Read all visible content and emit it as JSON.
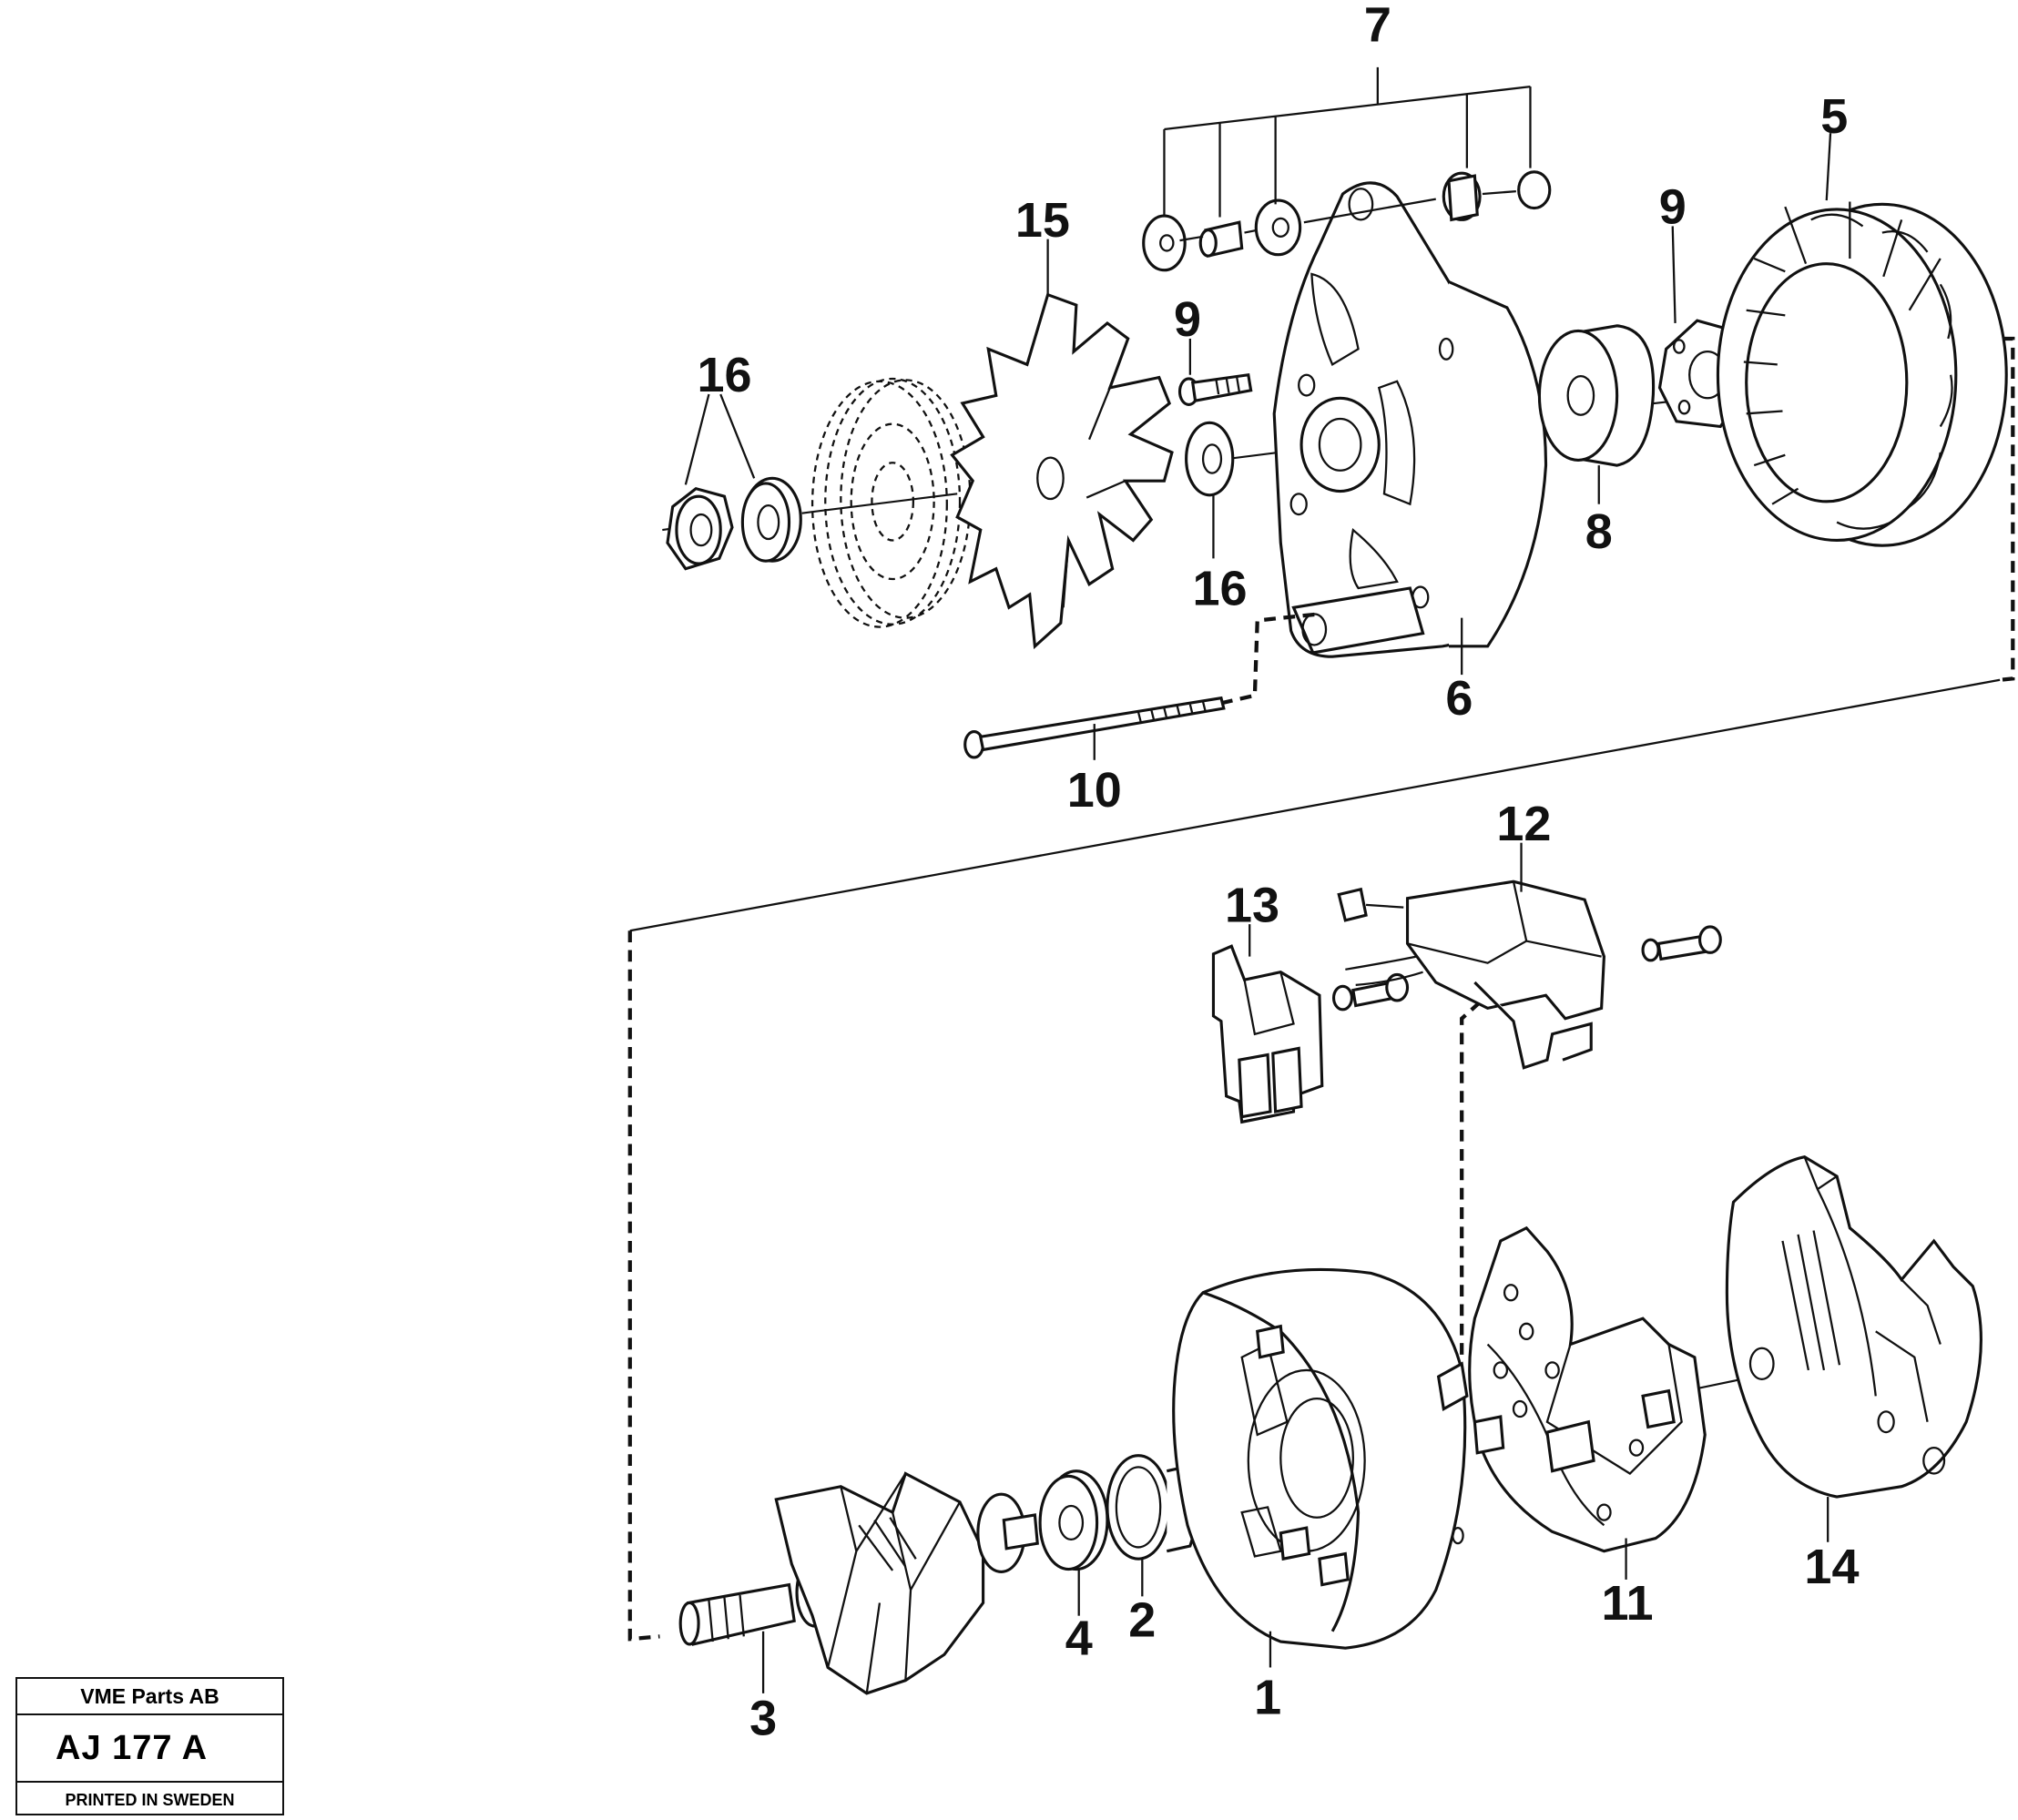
{
  "callouts": [
    {
      "id": "c1",
      "text": "1"
    },
    {
      "id": "c2",
      "text": "2"
    },
    {
      "id": "c3",
      "text": "3"
    },
    {
      "id": "c4",
      "text": "4"
    },
    {
      "id": "c5",
      "text": "5"
    },
    {
      "id": "c6",
      "text": "6"
    },
    {
      "id": "c7",
      "text": "7"
    },
    {
      "id": "c8",
      "text": "8"
    },
    {
      "id": "c9a",
      "text": "9"
    },
    {
      "id": "c9b",
      "text": "9"
    },
    {
      "id": "c10",
      "text": "10"
    },
    {
      "id": "c11",
      "text": "11"
    },
    {
      "id": "c12",
      "text": "12"
    },
    {
      "id": "c13",
      "text": "13"
    },
    {
      "id": "c14",
      "text": "14"
    },
    {
      "id": "c15",
      "text": "15"
    },
    {
      "id": "c16a",
      "text": "16"
    },
    {
      "id": "c16b",
      "text": "16"
    }
  ],
  "title_block": {
    "company": "VME Parts AB",
    "code": "AJ 177 A",
    "printed": "PRINTED IN SWEDEN"
  }
}
